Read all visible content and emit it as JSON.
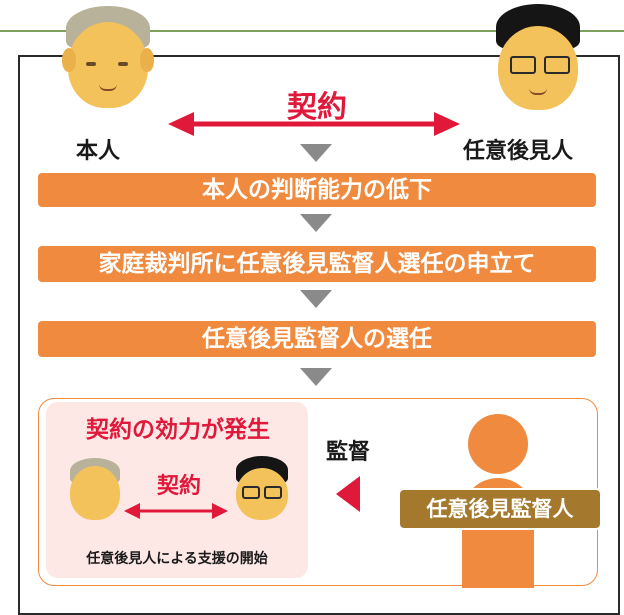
{
  "top_contract_label": "契約",
  "left_party": "本人",
  "right_party": "任意後見人",
  "steps": [
    "本人の判断能力の低下",
    "家庭裁判所に任意後見監督人選任の申立て",
    "任意後見監督人の選任"
  ],
  "result": {
    "title": "契約の効力が発生",
    "contract_label": "契約",
    "support_text": "任意後見人による支援の開始"
  },
  "supervision_label": "監督",
  "supervisor_label": "任意後見監督人",
  "colors": {
    "step_bar": "#ef8a3f",
    "contract_red": "#e0183a",
    "supervisor_label": "#a4792e",
    "down_arrow": "#8a8a8a",
    "inner_panel": "#fde8e6"
  }
}
